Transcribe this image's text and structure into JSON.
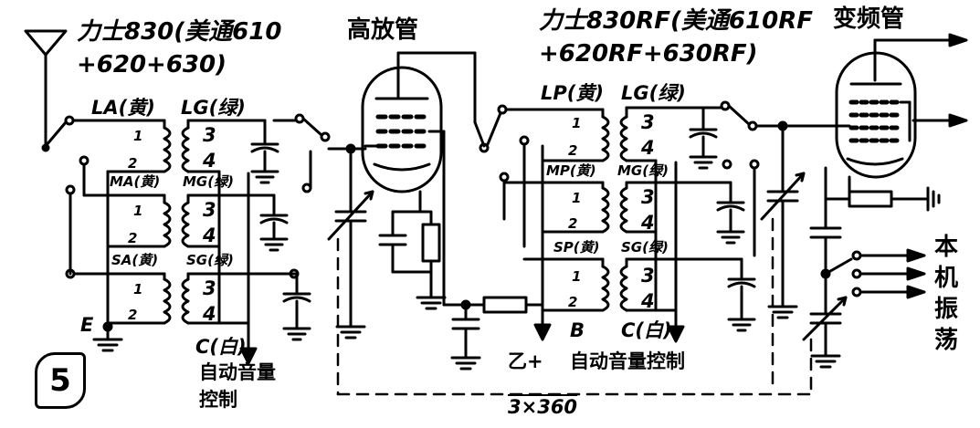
{
  "figure_number": "5",
  "labels": {
    "brand_left_line1": "力士830(美通610",
    "brand_left_line2": "+620+630)",
    "rf_tube": "高放管",
    "brand_right_line1": "力士830RF(美通610RF",
    "brand_right_line2": "+620RF+630RF)",
    "converter_tube": "变频管",
    "osc_vertical": "本机振荡",
    "agc_left_line1": "自动音量",
    "agc_left_line2": "控制",
    "agc_right": "自动音量控制",
    "b_plus": "乙+",
    "tuning_cap": "3×360"
  },
  "coils": {
    "LA": "LA(黄)",
    "LG": "LG(绿)",
    "MA": "MA(黄)",
    "MG": "MG(绿)",
    "SA": "SA(黄)",
    "SG": "SG(绿)",
    "LP": "LP(黄)",
    "LG2": "LG(绿)",
    "MP": "MP(黄)",
    "MG2": "MG(绿)",
    "SP": "SP(黄)",
    "SG2": "SG(绿)"
  },
  "pins": {
    "p1": "1",
    "p2": "2",
    "p3": "3",
    "p4": "4"
  },
  "terminals": {
    "E": "E",
    "B": "B",
    "C_left": "C(白)",
    "C_right": "C(白)"
  },
  "colors": {
    "ink": "#000000",
    "paper": "#ffffff"
  }
}
